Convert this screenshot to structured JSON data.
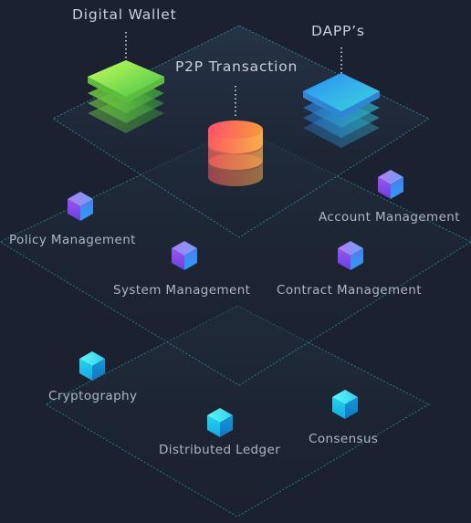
{
  "top_layer": {
    "items": [
      {
        "label": "Digital Wallet"
      },
      {
        "label": "P2P Transaction"
      },
      {
        "label": "DAPP’s"
      }
    ]
  },
  "middle_layer": {
    "items": [
      {
        "label": "Policy Management"
      },
      {
        "label": "System Management"
      },
      {
        "label": "Contract Management"
      },
      {
        "label": "Account Management"
      }
    ]
  },
  "bottom_layer": {
    "items": [
      {
        "label": "Cryptography"
      },
      {
        "label": "Distributed Ledger"
      },
      {
        "label": "Consensus"
      }
    ]
  },
  "colors": {
    "background": "#1b2130",
    "plane_edge": "#2aa6b8",
    "wallet_stack": [
      "#a8f048",
      "#4fb83a"
    ],
    "p2p_stack": [
      "#ff5e6a",
      "#f7a23c"
    ],
    "dapp_stack": [
      "#3fa3f5",
      "#41d2d8"
    ],
    "middle_cube": [
      "#8a4ff0",
      "#3b8cf0"
    ],
    "bottom_cube": [
      "#21e7ec",
      "#1390d8"
    ]
  },
  "icons": [
    "layer-stack-icon",
    "coin-stack-icon",
    "cube-icon"
  ]
}
